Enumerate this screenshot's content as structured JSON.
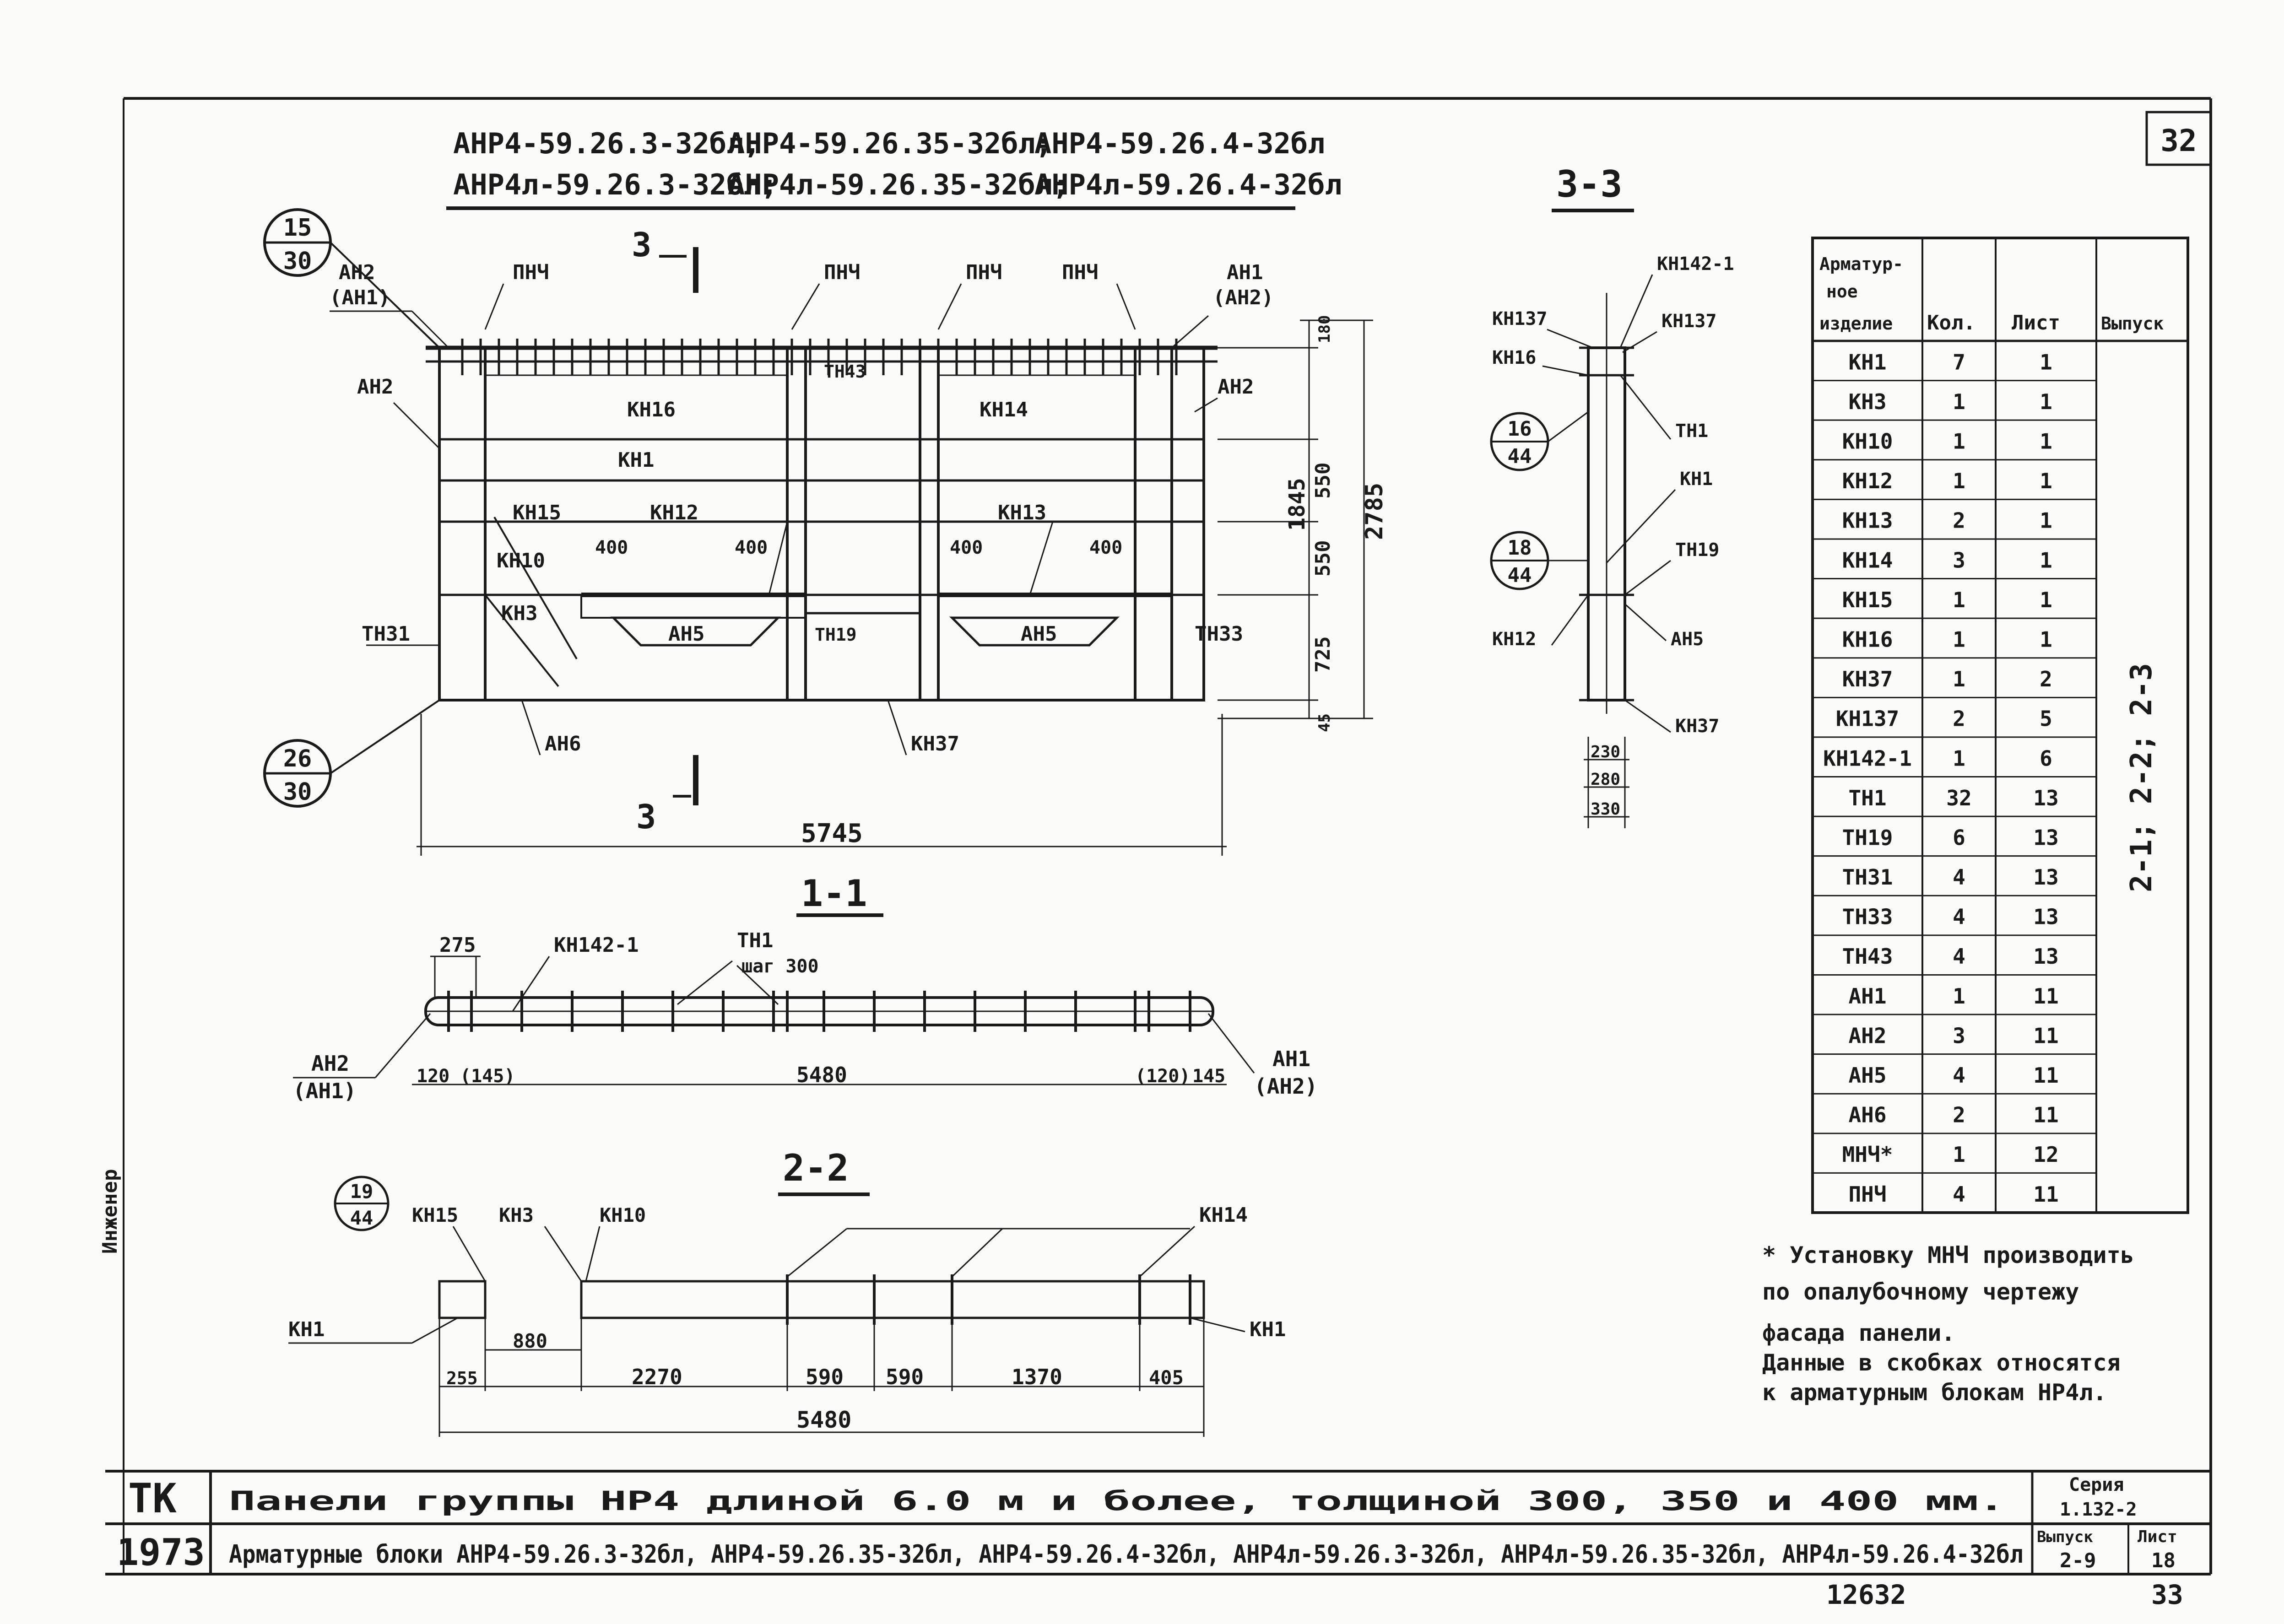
{
  "sheet_number": "32",
  "header": {
    "line1": [
      "АНР4-59.26.3-32бл,",
      "АНР4-59.26.35-32бл;",
      "АНР4-59.26.4-32бл"
    ],
    "line2": [
      "АНР4л-59.26.3-32бл;",
      "АНР4л-59.26.35-32бл;",
      "АНР4л-59.26.4-32бл"
    ]
  },
  "elevation": {
    "section_mark": "3",
    "callouts": [
      {
        "top": "15",
        "bottom": "30"
      },
      {
        "top": "26",
        "bottom": "30"
      }
    ],
    "labels": {
      "an2_al": "АН2",
      "an1_paren": "(АН1)",
      "an1": "АН1",
      "an2_paren": "(АН2)",
      "an2_left": "АН2",
      "an2_right": "АН2",
      "pnch": "ПНЧ",
      "kn16": "КН16",
      "kn1": "КН1",
      "kn15": "КН15",
      "kn12": "КН12",
      "kn10": "КН10",
      "kn3": "КН3",
      "kn14": "КН14",
      "kn13": "КН13",
      "tn43": "ТН43",
      "tn31": "ТН31",
      "tn19": "ТН19",
      "tn33": "ТН33",
      "an5": "АН5",
      "an6": "АН6",
      "kn37": "КН37"
    },
    "dims": {
      "d400": "400",
      "d180": "180",
      "d550": "550",
      "d725": "725",
      "d45": "45",
      "d1845": "1845",
      "d2785": "2785",
      "d5745": "5745"
    }
  },
  "section_33": {
    "title": "3-3",
    "labels": [
      "КН142-1",
      "КН137",
      "КН137",
      "КН16",
      "ТН1",
      "КН1",
      "ТН19",
      "КН12",
      "АН5",
      "КН37"
    ],
    "callouts": [
      {
        "top": "16",
        "bottom": "44"
      },
      {
        "top": "18",
        "bottom": "44"
      }
    ],
    "dims": [
      "230",
      "280",
      "330"
    ]
  },
  "section_11": {
    "title": "1-1",
    "labels": {
      "kn142": "КН142-1",
      "tn1": "ТН1",
      "step": "шаг 300",
      "an2": "АН2",
      "an1p": "(АН1)",
      "an1": "АН1",
      "an2p": "(АН2)"
    },
    "dims": {
      "d275": "275",
      "d120": "120",
      "d145p": "(145)",
      "d5480": "5480",
      "d120p": "(120)",
      "d145": "145"
    }
  },
  "section_22": {
    "title": "2-2",
    "callout": {
      "top": "19",
      "bottom": "44"
    },
    "labels": {
      "kn15": "КН15",
      "kn3": "КН3",
      "kn10": "КН10",
      "kn14": "КН14",
      "kn1a": "КН1",
      "kn1b": "КН1"
    },
    "dims": {
      "d880": "880",
      "d255": "255",
      "d2270": "2270",
      "d590a": "590",
      "d590b": "590",
      "d1370": "1370",
      "d405": "405",
      "d5480": "5480"
    }
  },
  "spec_table": {
    "headers": [
      "Арматур-ное изделие",
      "Кол.",
      "Лист",
      "Выпуск"
    ],
    "header_lines": [
      "Арматур-",
      "ное",
      "изделие"
    ],
    "rows": [
      [
        "КН1",
        "7",
        "1"
      ],
      [
        "КН3",
        "1",
        "1"
      ],
      [
        "КН10",
        "1",
        "1"
      ],
      [
        "КН12",
        "1",
        "1"
      ],
      [
        "КН13",
        "2",
        "1"
      ],
      [
        "КН14",
        "3",
        "1"
      ],
      [
        "КН15",
        "1",
        "1"
      ],
      [
        "КН16",
        "1",
        "1"
      ],
      [
        "КН37",
        "1",
        "2"
      ],
      [
        "КН137",
        "2",
        "5"
      ],
      [
        "КН142-1",
        "1",
        "6"
      ],
      [
        "ТН1",
        "32",
        "13"
      ],
      [
        "ТН19",
        "6",
        "13"
      ],
      [
        "ТН31",
        "4",
        "13"
      ],
      [
        "ТН33",
        "4",
        "13"
      ],
      [
        "ТН43",
        "4",
        "13"
      ],
      [
        "АН1",
        "1",
        "11"
      ],
      [
        "АН2",
        "3",
        "11"
      ],
      [
        "АН5",
        "4",
        "11"
      ],
      [
        "АН6",
        "2",
        "11"
      ],
      [
        "МНЧ*",
        "1",
        "12"
      ],
      [
        "ПНЧ",
        "4",
        "11"
      ]
    ],
    "vypusk": "2-1; 2-2; 2-3"
  },
  "notes": [
    "* Установку МНЧ производить",
    "по опалубочному чертежу",
    "фасада панели.",
    "Данные в скобках относятся",
    "к арматурным блокам НР4л."
  ],
  "side_stamp": "Инженер",
  "title_block": {
    "tk": "ТК",
    "year": "1973",
    "title1": "Панели группы НР4 длиной 6.0 м и более, толщиной 300, 350 и 400 мм.",
    "title2": "Арматурные блоки АНР4-59.26.3-32бл, АНР4-59.26.35-32бл, АНР4-59.26.4-32бл, АНР4л-59.26.3-32бл, АНР4л-59.26.35-32бл, АНР4л-59.26.4-32бл",
    "seria_label": "Серия",
    "seria_value": "1.132-2",
    "vypusk_label": "Выпуск",
    "vypusk_value": "2-9",
    "list_label": "Лист",
    "list_value": "18"
  },
  "footer_numbers": [
    "12632",
    "33"
  ]
}
